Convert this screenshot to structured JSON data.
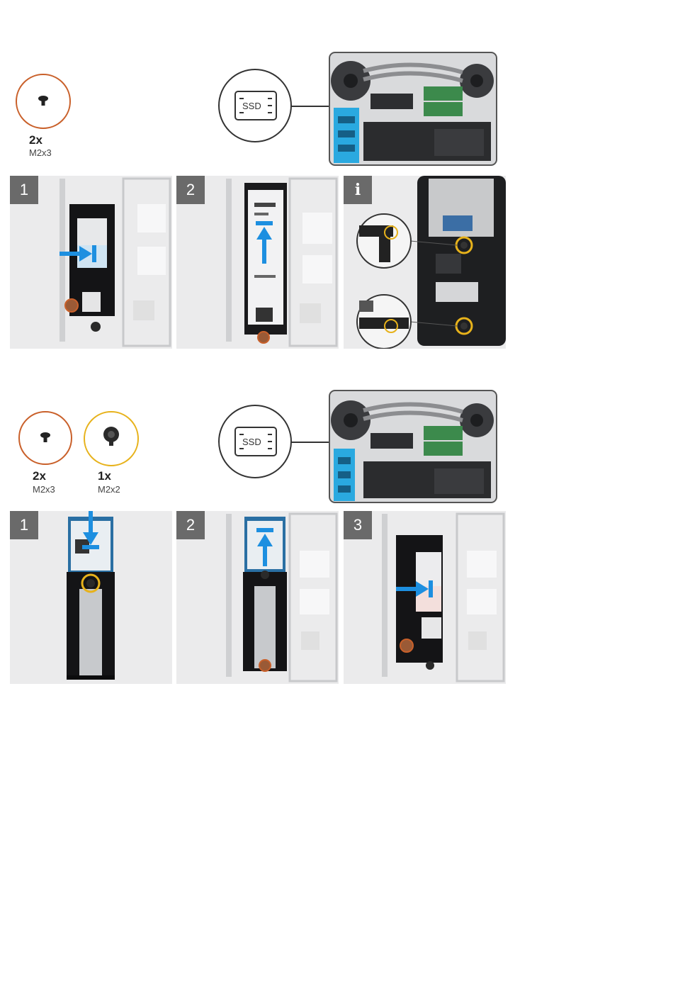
{
  "section1": {
    "screws": [
      {
        "qty": "2x",
        "size": "M2x3",
        "ring": "#c9602a"
      }
    ],
    "badge_label": "SSD",
    "steps": [
      "1",
      "2",
      "i"
    ]
  },
  "section2": {
    "screws": [
      {
        "qty": "2x",
        "size": "M2x3",
        "ring": "#c9602a"
      },
      {
        "qty": "1x",
        "size": "M2x2",
        "ring": "#e7b21b"
      }
    ],
    "badge_label": "SSD",
    "steps": [
      "1",
      "2",
      "3"
    ]
  },
  "colors": {
    "arrow": "#1d8fe0",
    "screw_orange": "#c9602a",
    "screw_yellow": "#e7b21b",
    "step_bg": "#6a6a6a",
    "ssd_highlight": "#2aa9e0"
  },
  "icons": [
    "screw-icon",
    "ssd-icon",
    "info-icon",
    "arrow-icon"
  ]
}
